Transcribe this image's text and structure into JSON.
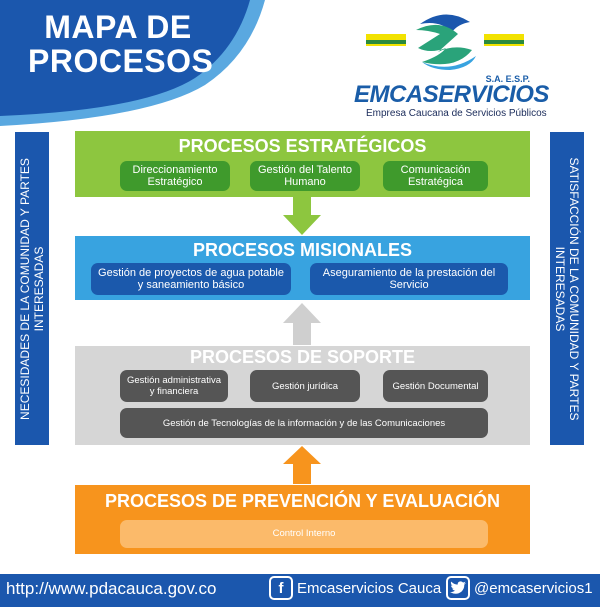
{
  "header": {
    "title_line1": "MAPA DE",
    "title_line2": "PROCESOS"
  },
  "logo": {
    "sa": "S.A. E.S.P.",
    "name": "EMCASERVICIOS",
    "tagline": "Empresa Caucana de Servicios Públicos"
  },
  "sides": {
    "left": "NECESIDADES DE LA COMUNIDAD Y PARTES INTERESADAS",
    "right": "SATISFACCIÓN  DE LA COMUNIDAD Y PARTES INTERESADAS"
  },
  "estrategicos": {
    "title": "PROCESOS ESTRATÉGICOS",
    "items": [
      "Direccionamiento Estratégico",
      "Gestión del Talento Humano",
      "Comunicación Estratégica"
    ]
  },
  "misionales": {
    "title": "PROCESOS MISIONALES",
    "items": [
      "Gestión de proyectos de agua potable y saneamiento básico",
      "Aseguramiento de la prestación del Servicio"
    ]
  },
  "soporte": {
    "title": "PROCESOS DE SOPORTE",
    "items": [
      "Gestión administrativa y financiera",
      "Gestión jurídica",
      "Gestión Documental",
      "Gestión de Tecnologías de la información y de las Comunicaciones"
    ]
  },
  "prevencion": {
    "title": "PROCESOS DE PREVENCIÓN Y EVALUACIÓN",
    "items": [
      "Control Interno"
    ]
  },
  "footer": {
    "url": "http://www.pdacauca.gov.co",
    "facebook": "Emcaservicios Cauca",
    "twitter": "@emcaservicios1"
  },
  "colors": {
    "blue": "#1b57ad",
    "green": "#8dc63f",
    "light_blue": "#38a3e0",
    "grey": "#d6d6d6",
    "orange": "#f7941d"
  }
}
